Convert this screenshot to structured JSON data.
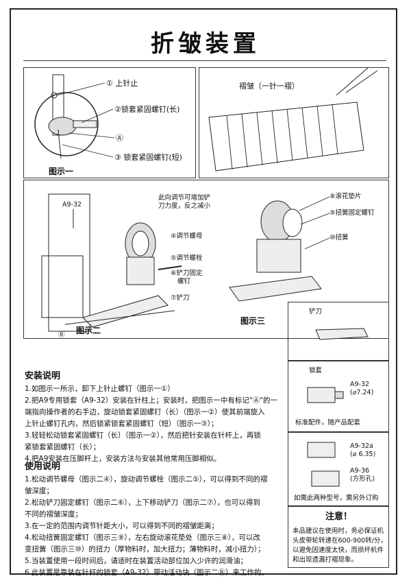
{
  "title": "折皱装置",
  "fig1": {
    "caption": "图示一",
    "labels": [
      "① 上针止",
      "②锁套紧固螺钉(长)",
      "Ⓐ",
      "③ 锁套紧固螺钉(短)"
    ]
  },
  "fig_pleat": {
    "label": "褶皱（一针一褶）"
  },
  "fig2": {
    "caption": "图示二",
    "part_code": "A9-32",
    "note_line1": "此向调节可增加铲",
    "note_line2": "刀力度，反之减小",
    "labels": [
      "④调节螺母",
      "⑤调节螺栓",
      "⑥铲刀固定",
      "螺钉",
      "⑦铲刀",
      "Ⓑ"
    ]
  },
  "fig3": {
    "caption": "图示三",
    "labels": [
      "⑧滚花垫片",
      "⑨扭簧固定螺钉",
      "⑩扭簧"
    ]
  },
  "side": {
    "blade_title": "铲刀",
    "sleeve_title": "锁套",
    "std_code": "A9-32",
    "std_dim": "(⌀7.24)",
    "std_note": "标准配件，随产品配套",
    "opt1_code": "A9-32a",
    "opt1_dim": "(⌀ 6.35)",
    "opt2_code": "A9-36",
    "opt2_dim": "(方形孔)",
    "opt_note": "如需此两种型号，需另外订购",
    "caution_title": "注意！",
    "caution_lines": [
      "本品建议在使用时，务必保证机",
      "头皮带轮转速在600-900转/分，",
      "以避免因速度太快，而损坏机件",
      "和出现遗漏打褶现象。"
    ]
  },
  "install": {
    "heading": "安装说明",
    "lines": [
      "1.如图示一所示，卸下上针止螺钉（图示一①）",
      "2.把A9专用锁套（A9-32）安装在针柱上；安装时，把图示一中有标记\"Ⓐ\"的一",
      "  端指向操作者的右手边，旋动锁套紧固螺钉（长）（图示一②）使其前端旋入",
      "  上针止螺钉孔内，然后锁紧锁套紧固螺钉（短）（图示一③）；",
      "3.轻轻松动锁套紧固螺钉（长）（图示一②），然后把针安装在针杆上，再锁",
      "  紧锁套紧固螺钉（长）；",
      "4.把A9安装在压脚杆上，安装方法与安装其他常用压脚相似。"
    ]
  },
  "usage": {
    "heading": "使用说明",
    "lines": [
      "1.松动调节螺母（图示二④），旋动调节螺栓（图示二⑤），可以得到不同的褶",
      "  皱深度；",
      "2.松动铲刀固定螺钉（图示二⑥），上下移动铲刀（图示二⑦），也可以得到",
      "  不同的褶皱深度；",
      "3.在一定的范围内调节针距大小，可以得到不同的褶皱距离；",
      "4.松动扭簧固定螺钉（图示三⑨），左右旋动滚花垫处（图示三⑧），可以改",
      "  变扭簧（图示三⑩）的扭力（厚物料时，加大扭力；薄物料时，减小扭力）；",
      "5.当装置使用一段时间后，请适时在装置活动部位加入少许的润滑油；",
      "6.此装置是靠装在针杆的锁套（A9-32）带动活动块（图示二Ⓑ）来工作的。"
    ]
  }
}
